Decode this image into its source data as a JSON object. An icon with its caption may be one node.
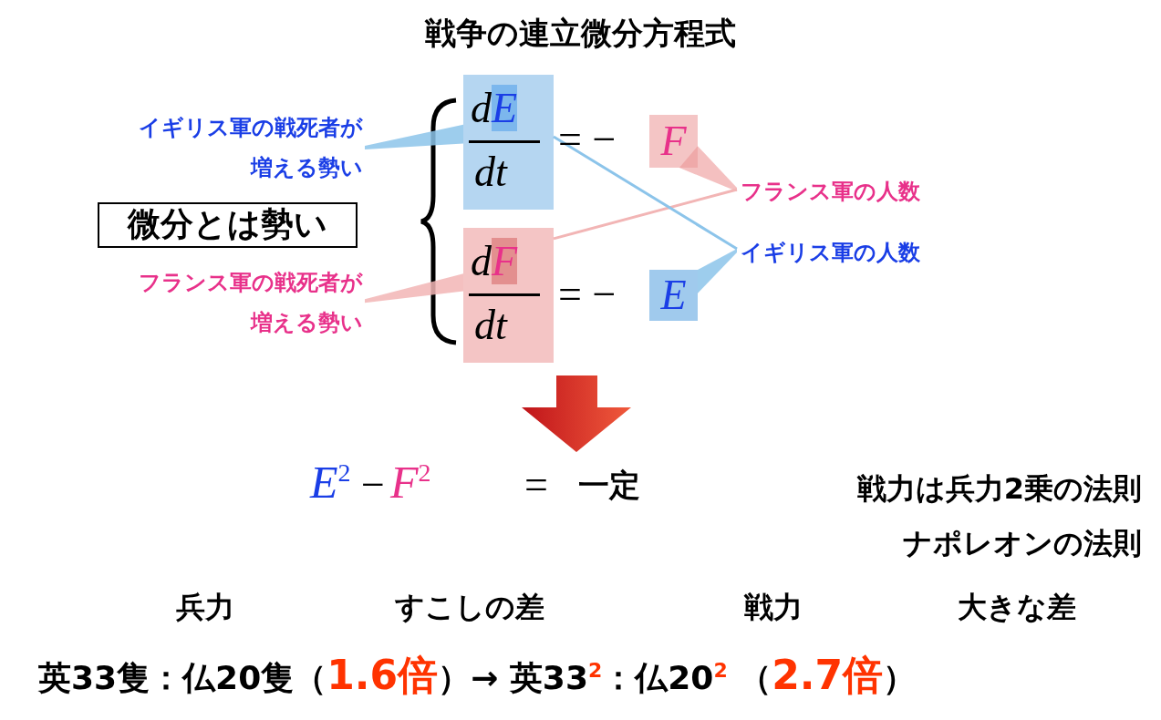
{
  "diagram": {
    "title": "戦争の連立微分方程式",
    "nodes": [
      {
        "text": [
          "イギリス軍の戦死者が増える勢い"
        ]
      },
      {
        "text": [
          "微分とは勢い"
        ]
      },
      {
        "text": [
          "フランス軍の戦死者が増える勢い"
        ]
      },
      {
        "text": [
          "dE",
          "dt"
        ]
      },
      {
        "text": [
          "F"
        ]
      },
      {
        "text": [
          "dF",
          "dt"
        ]
      },
      {
        "text": [
          "E"
        ]
      },
      {
        "text": [
          "フランス軍の人数"
        ]
      },
      {
        "text": [
          "イギリス軍の人数"
        ]
      }
    ],
    "edges": [
      {
        "from": 0,
        "to": 3,
        "arrow": "none",
        "style": "thick",
        "color": "#8cc4ea"
      },
      {
        "from": 2,
        "to": 5,
        "arrow": "none",
        "style": "thick",
        "color": "#f2b5b5"
      },
      {
        "from": 7,
        "to": 4,
        "arrow": "none",
        "style": "thick",
        "color": "#f2b5b5"
      },
      {
        "from": 7,
        "to": 5,
        "arrow": "none",
        "color": "#f2b5b5"
      },
      {
        "from": 8,
        "to": 3,
        "arrow": "none",
        "color": "#8cc4ea"
      },
      {
        "from": 8,
        "to": 6,
        "arrow": "none",
        "style": "thick",
        "color": "#8cc4ea"
      }
    ],
    "labels": [
      "= −",
      "= −",
      "E$^{2}$",
      "−",
      "F$^{2}$",
      "=",
      "一定",
      "戦力は兵力2乗の法則",
      "ナポレオンの法則",
      "兵力",
      "すこしの差",
      "戦力",
      "大きな差",
      "英33隻：仏20隻（**1.6倍**）→ 英33$^{2}$：仏20$^{2}$ （**2.7倍**）"
    ]
  }
}
